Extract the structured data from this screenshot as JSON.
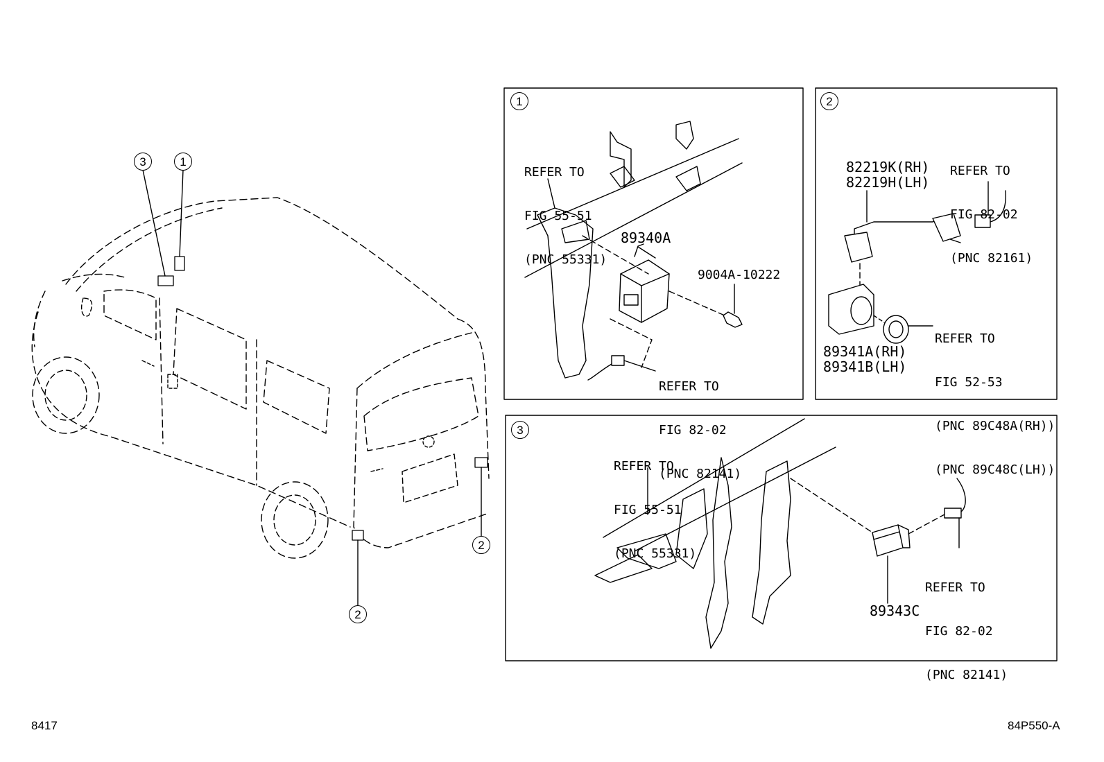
{
  "overview": {
    "callout_3_top": "3",
    "callout_1_top": "1",
    "callout_2_right": "2",
    "callout_2_bottom": "2"
  },
  "panel1": {
    "number": "1",
    "refer_a": [
      "REFER TO",
      "FIG 55-51",
      "(PNC 55331)"
    ],
    "part_module": "89340A",
    "part_bolt": "9004A-10222",
    "refer_b": [
      "REFER TO",
      "FIG 82-02",
      "(PNC 82141)"
    ]
  },
  "panel2": {
    "number": "2",
    "part_wire_rh": "82219K(RH)",
    "part_wire_lh": "82219H(LH)",
    "refer_a": [
      "REFER TO",
      "FIG 82-02",
      "(PNC 82161)"
    ],
    "refer_b": [
      "REFER TO",
      "FIG 52-53",
      "(PNC 89C48A(RH))",
      "(PNC 89C48C(LH))"
    ],
    "part_sensor_rh": "89341A(RH)",
    "part_sensor_lh": "89341B(LH)"
  },
  "panel3": {
    "number": "3",
    "refer_a": [
      "REFER TO",
      "FIG 55-51",
      "(PNC 55331)"
    ],
    "refer_b": [
      "REFER TO",
      "FIG 82-02",
      "(PNC 82141)"
    ],
    "part_buzzer": "89343C"
  },
  "footer": {
    "left_code": "8417",
    "right_code": "84P550-A"
  }
}
